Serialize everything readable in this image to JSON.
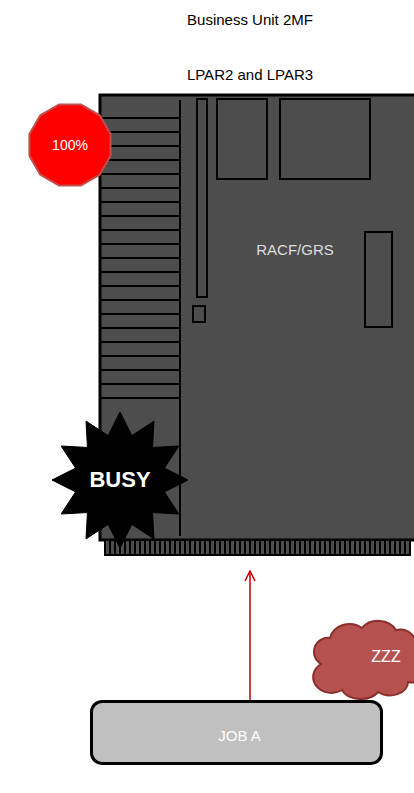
{
  "diagram": {
    "nodes": [
      {
        "text": [
          "Business Unit 2MF",
          "LPAR2 and LPAR3",
          "RACF/GRS"
        ]
      },
      {
        "text": [
          "100%"
        ]
      },
      {
        "text": [
          "BUSY"
        ]
      },
      {
        "text": [
          "ZZZ"
        ]
      },
      {
        "text": [
          "JOB A"
        ]
      }
    ],
    "edges": [
      {
        "from": 4,
        "to": 0,
        "arrow": "to"
      }
    ]
  }
}
